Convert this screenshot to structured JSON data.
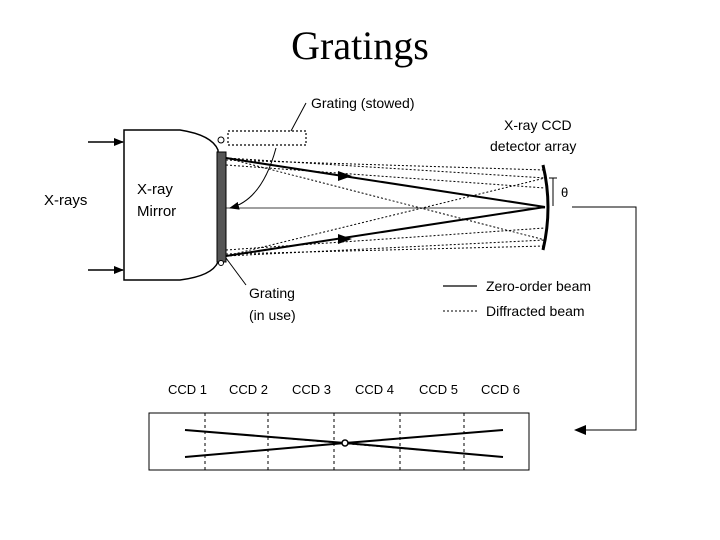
{
  "slide": {
    "title": "Gratings"
  },
  "labels": {
    "xrays": "X-rays",
    "mirror_line1": "X-ray",
    "mirror_line2": "Mirror",
    "grating_stowed": "Grating (stowed)",
    "ccd_line1": "X-ray CCD",
    "ccd_line2": "detector array",
    "theta": "θ",
    "grating_use_line1": "Grating",
    "grating_use_line2": "(in use)",
    "legend_zero": "Zero-order beam",
    "legend_diffracted": "Diffracted beam"
  },
  "ccd_labels": [
    "CCD 1",
    "CCD 2",
    "CCD 3",
    "CCD 4",
    "CCD 5",
    "CCD 6"
  ],
  "colors": {
    "ink": "#000000",
    "background": "#ffffff"
  }
}
